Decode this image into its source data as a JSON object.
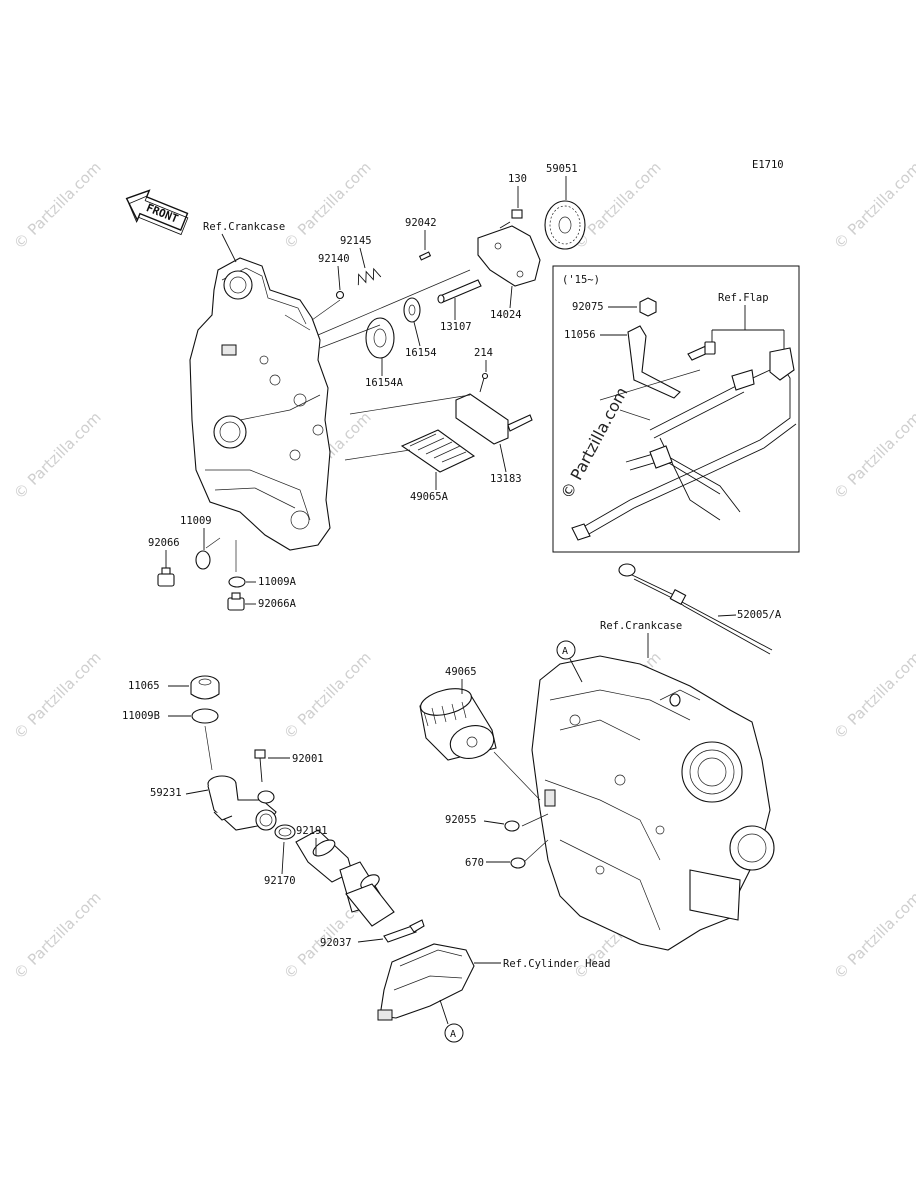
{
  "diagram_code": "E1710",
  "front_label": "FRONT",
  "watermark": "© Partzilla.com",
  "inset": {
    "title": "('15~)",
    "ref_label": "Ref.Flap",
    "watermark": "© Partzilla.com"
  },
  "callouts": [
    {
      "id": "ref-crankcase-top",
      "text": "Ref.Crankcase"
    },
    {
      "id": "p130",
      "text": "130"
    },
    {
      "id": "p59051",
      "text": "59051"
    },
    {
      "id": "p92042",
      "text": "92042"
    },
    {
      "id": "p92145",
      "text": "92145"
    },
    {
      "id": "p92140",
      "text": "92140"
    },
    {
      "id": "p14024",
      "text": "14024"
    },
    {
      "id": "p13107",
      "text": "13107"
    },
    {
      "id": "p16154",
      "text": "16154"
    },
    {
      "id": "p16154A",
      "text": "16154A"
    },
    {
      "id": "p214",
      "text": "214"
    },
    {
      "id": "p13183",
      "text": "13183"
    },
    {
      "id": "p49065A",
      "text": "49065A"
    },
    {
      "id": "p11009",
      "text": "11009"
    },
    {
      "id": "p92066",
      "text": "92066"
    },
    {
      "id": "p11009A",
      "text": "11009A"
    },
    {
      "id": "p92066A",
      "text": "92066A"
    },
    {
      "id": "p92075",
      "text": "92075"
    },
    {
      "id": "p11056",
      "text": "11056"
    },
    {
      "id": "p52005",
      "text": "52005/A"
    },
    {
      "id": "ref-crankcase-bottom",
      "text": "Ref.Crankcase"
    },
    {
      "id": "p49065",
      "text": "49065"
    },
    {
      "id": "p11065",
      "text": "11065"
    },
    {
      "id": "p11009B",
      "text": "11009B"
    },
    {
      "id": "p92001",
      "text": "92001"
    },
    {
      "id": "p59231",
      "text": "59231"
    },
    {
      "id": "p92191",
      "text": "92191"
    },
    {
      "id": "p92170",
      "text": "92170"
    },
    {
      "id": "p92055",
      "text": "92055"
    },
    {
      "id": "p670",
      "text": "670"
    },
    {
      "id": "p92037",
      "text": "92037"
    },
    {
      "id": "ref-cylinder-head",
      "text": "Ref.Cylinder Head"
    },
    {
      "id": "marker-a-top",
      "text": "A"
    },
    {
      "id": "marker-a-bottom",
      "text": "A"
    }
  ]
}
